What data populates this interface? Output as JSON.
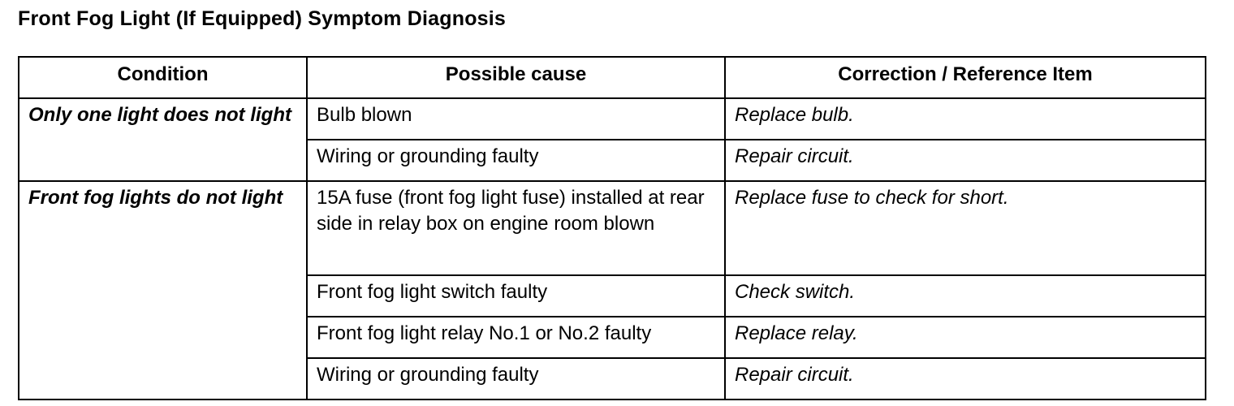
{
  "document": {
    "title": "Front Fog Light (If Equipped) Symptom Diagnosis"
  },
  "table": {
    "headers": [
      "Condition",
      "Possible cause",
      "Correction / Reference Item"
    ],
    "groups": [
      {
        "condition": "Only one light does not light",
        "rows": [
          {
            "cause": "Bulb blown",
            "correction": "Replace bulb."
          },
          {
            "cause": "Wiring or grounding faulty",
            "correction": "Repair circuit."
          }
        ]
      },
      {
        "condition": "Front fog lights do not light",
        "rows": [
          {
            "cause": "15A fuse (front fog light fuse) installed at rear side in relay box on engine room blown",
            "correction": "Replace fuse to check for short."
          },
          {
            "cause": "Front fog light switch faulty",
            "correction": "Check switch."
          },
          {
            "cause": "Front fog light relay No.1 or No.2 faulty",
            "correction": "Replace relay."
          },
          {
            "cause": "Wiring or grounding faulty",
            "correction": "Repair circuit."
          }
        ]
      }
    ]
  }
}
